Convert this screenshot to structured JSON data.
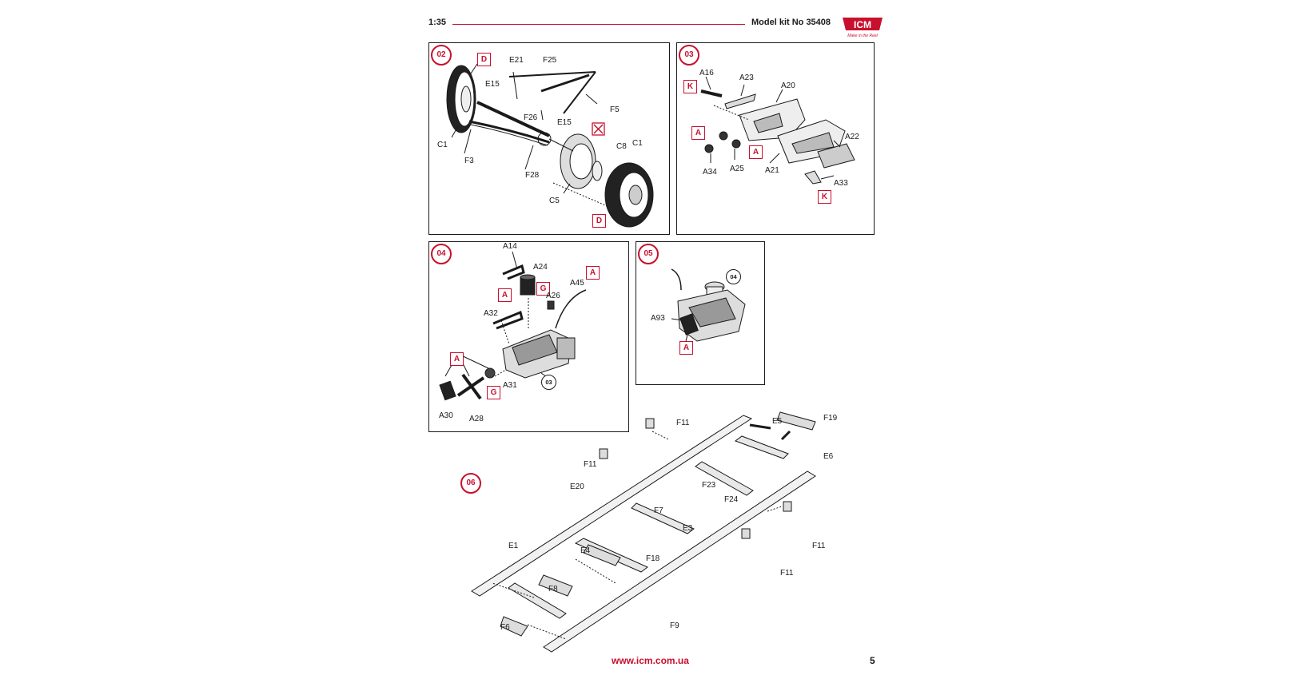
{
  "header": {
    "scale": "1:35",
    "kit": "Model kit No 35408",
    "logo": "ICM",
    "logo_tagline": "Make in the Reel"
  },
  "footer": {
    "url": "www.icm.com.ua",
    "page": "5"
  },
  "steps": {
    "s02": {
      "number": "02",
      "labels": [
        "D",
        "E21",
        "F25",
        "E15",
        "F5",
        "F26",
        "E15",
        "C8",
        "C1",
        "C1",
        "F3",
        "F28",
        "C5",
        "D"
      ]
    },
    "s03": {
      "number": "03",
      "labels": [
        "A16",
        "A23",
        "A20",
        "K",
        "A",
        "A",
        "A22",
        "A34",
        "A25",
        "A21",
        "A33",
        "K"
      ]
    },
    "s04": {
      "number": "04",
      "labels": [
        "A14",
        "A24",
        "A",
        "A",
        "G",
        "A26",
        "A45",
        "A32",
        "A",
        "G",
        "A31",
        "03",
        "A30",
        "A28"
      ]
    },
    "s05": {
      "number": "05",
      "labels": [
        "04",
        "A93",
        "A"
      ]
    },
    "s06": {
      "number": "06",
      "labels": [
        "F11",
        "E5",
        "F19",
        "E6",
        "F11",
        "E20",
        "F23",
        "F24",
        "F7",
        "E3",
        "F11",
        "E1",
        "E4",
        "F18",
        "F11",
        "F8",
        "F6",
        "F9"
      ]
    }
  },
  "icons": [
    "icm-logo-icon",
    "step-number-icon",
    "paint-reference-tag-icon",
    "optional-part-cross-icon"
  ],
  "colors": {
    "accent": "#c8102e",
    "ink": "#1a1a1a"
  }
}
